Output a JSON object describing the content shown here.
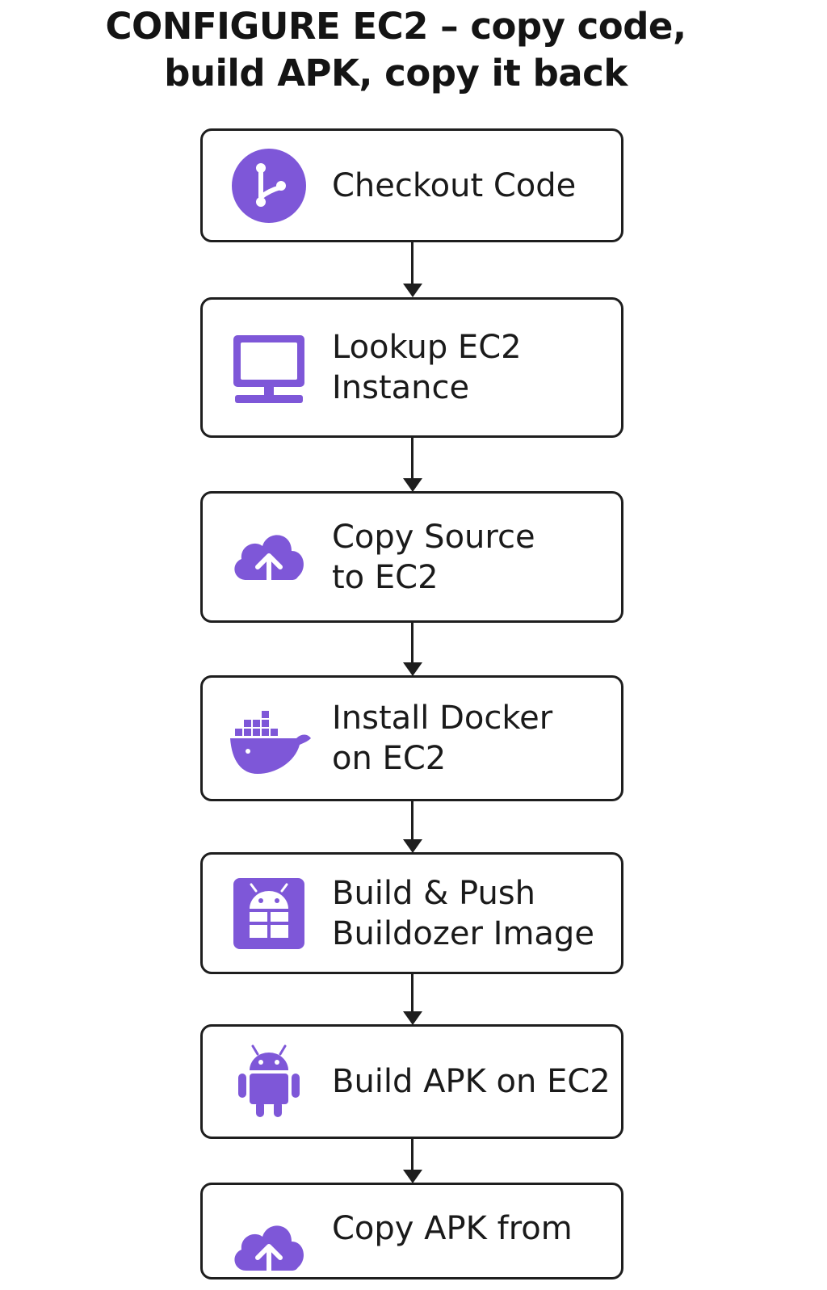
{
  "title": {
    "line1": "CONFIGURE EC2 – copy code,",
    "line2": "build APK, copy it back"
  },
  "accent_color": "#7e57d8",
  "steps": [
    {
      "label": "Checkout Code",
      "icon": "git-branch-icon"
    },
    {
      "label": "Lookup EC2\nInstance",
      "icon": "monitor-icon"
    },
    {
      "label": "Copy Source\nto EC2",
      "icon": "cloud-upload-icon"
    },
    {
      "label": "Install Docker\non EC2",
      "icon": "docker-whale-icon"
    },
    {
      "label": "Build & Push\nBuildozer Image",
      "icon": "android-image-icon"
    },
    {
      "label": "Build APK on EC2",
      "icon": "android-robot-icon"
    },
    {
      "label": "Copy APK from",
      "icon": "cloud-download-icon"
    }
  ]
}
